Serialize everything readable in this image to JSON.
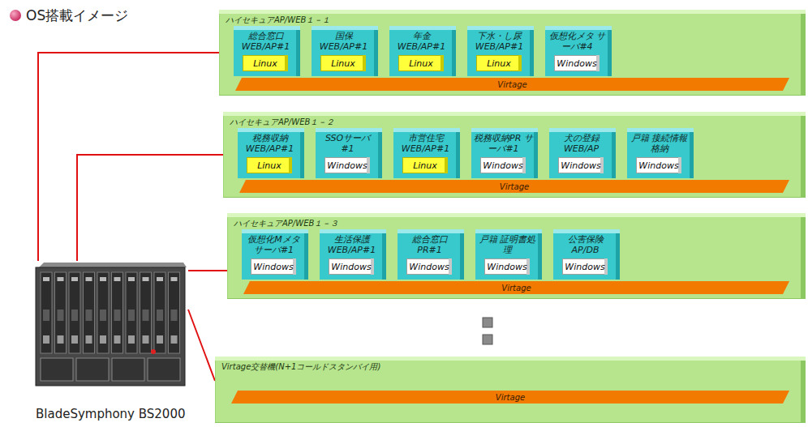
{
  "diagram": {
    "title": "OS搭載イメージ",
    "nodes": [
      {
        "text": [
          "BladeSymphony BS2000"
        ]
      },
      {
        "text": [
          "ハイセキュアAP/WEB１－１"
        ]
      },
      {
        "text": [
          "総合窓口 WEB/AP#1"
        ],
        "in": 1
      },
      {
        "text": [
          "Linux"
        ],
        "in": 2
      },
      {
        "text": [
          "国保 WEB/AP#1"
        ],
        "in": 1
      },
      {
        "text": [
          "Linux"
        ],
        "in": 4
      },
      {
        "text": [
          "年金 WEB/AP#1"
        ],
        "in": 1
      },
      {
        "text": [
          "Linux"
        ],
        "in": 6
      },
      {
        "text": [
          "下水・し尿 WEB/AP#1"
        ],
        "in": 1
      },
      {
        "text": [
          "Linux"
        ],
        "in": 8
      },
      {
        "text": [
          "仮想化メタ サーバ#4"
        ],
        "in": 1
      },
      {
        "text": [
          "Windows"
        ],
        "in": 10
      },
      {
        "text": [
          "Virtage"
        ],
        "in": 1
      },
      {
        "text": [
          "ハイセキュアAP/WEB１－２"
        ]
      },
      {
        "text": [
          "税務収納 WEB/AP#1"
        ],
        "in": 13
      },
      {
        "text": [
          "Linux"
        ],
        "in": 14
      },
      {
        "text": [
          "SSOサーバ #1"
        ],
        "in": 13
      },
      {
        "text": [
          "Windows"
        ],
        "in": 16
      },
      {
        "text": [
          "市営住宅 WEB/AP#1"
        ],
        "in": 13
      },
      {
        "text": [
          "Linux"
        ],
        "in": 18
      },
      {
        "text": [
          "税務収納PR サーバ#1"
        ],
        "in": 13
      },
      {
        "text": [
          "Windows"
        ],
        "in": 20
      },
      {
        "text": [
          "犬の登録 WEB/AP"
        ],
        "in": 13
      },
      {
        "text": [
          "Windows"
        ],
        "in": 22
      },
      {
        "text": [
          "戸籍 接続情報格納"
        ],
        "in": 13
      },
      {
        "text": [
          "Windows"
        ],
        "in": 24
      },
      {
        "text": [
          "Virtage"
        ],
        "in": 13
      },
      {
        "text": [
          "ハイセキュアAP/WEB１－３"
        ]
      },
      {
        "text": [
          "仮想化Mメタ サーバ#1"
        ],
        "in": 27
      },
      {
        "text": [
          "Windows"
        ],
        "in": 28
      },
      {
        "text": [
          "生活保護 WEB/AP#1"
        ],
        "in": 27
      },
      {
        "text": [
          "Windows"
        ],
        "in": 30
      },
      {
        "text": [
          "総合窓口 PR#1"
        ],
        "in": 27
      },
      {
        "text": [
          "Windows"
        ],
        "in": 32
      },
      {
        "text": [
          "戸籍 証明書処理"
        ],
        "in": 27
      },
      {
        "text": [
          "Windows"
        ],
        "in": 34
      },
      {
        "text": [
          "公害保険 AP/DB"
        ],
        "in": 27
      },
      {
        "text": [
          "Windows"
        ],
        "in": 36
      },
      {
        "text": [
          "Virtage"
        ],
        "in": 27
      },
      {
        "text": [
          "Virtage交替機(N+1コールドスタンバイ用)"
        ]
      },
      {
        "text": [
          "Virtage"
        ],
        "in": 39
      }
    ],
    "edges": [
      {
        "from": 0,
        "to": 1,
        "arrow": "none"
      },
      {
        "from": 0,
        "to": 13,
        "arrow": "none"
      },
      {
        "from": 0,
        "to": 27,
        "arrow": "none"
      },
      {
        "from": 0,
        "to": 39,
        "arrow": "none"
      }
    ]
  }
}
